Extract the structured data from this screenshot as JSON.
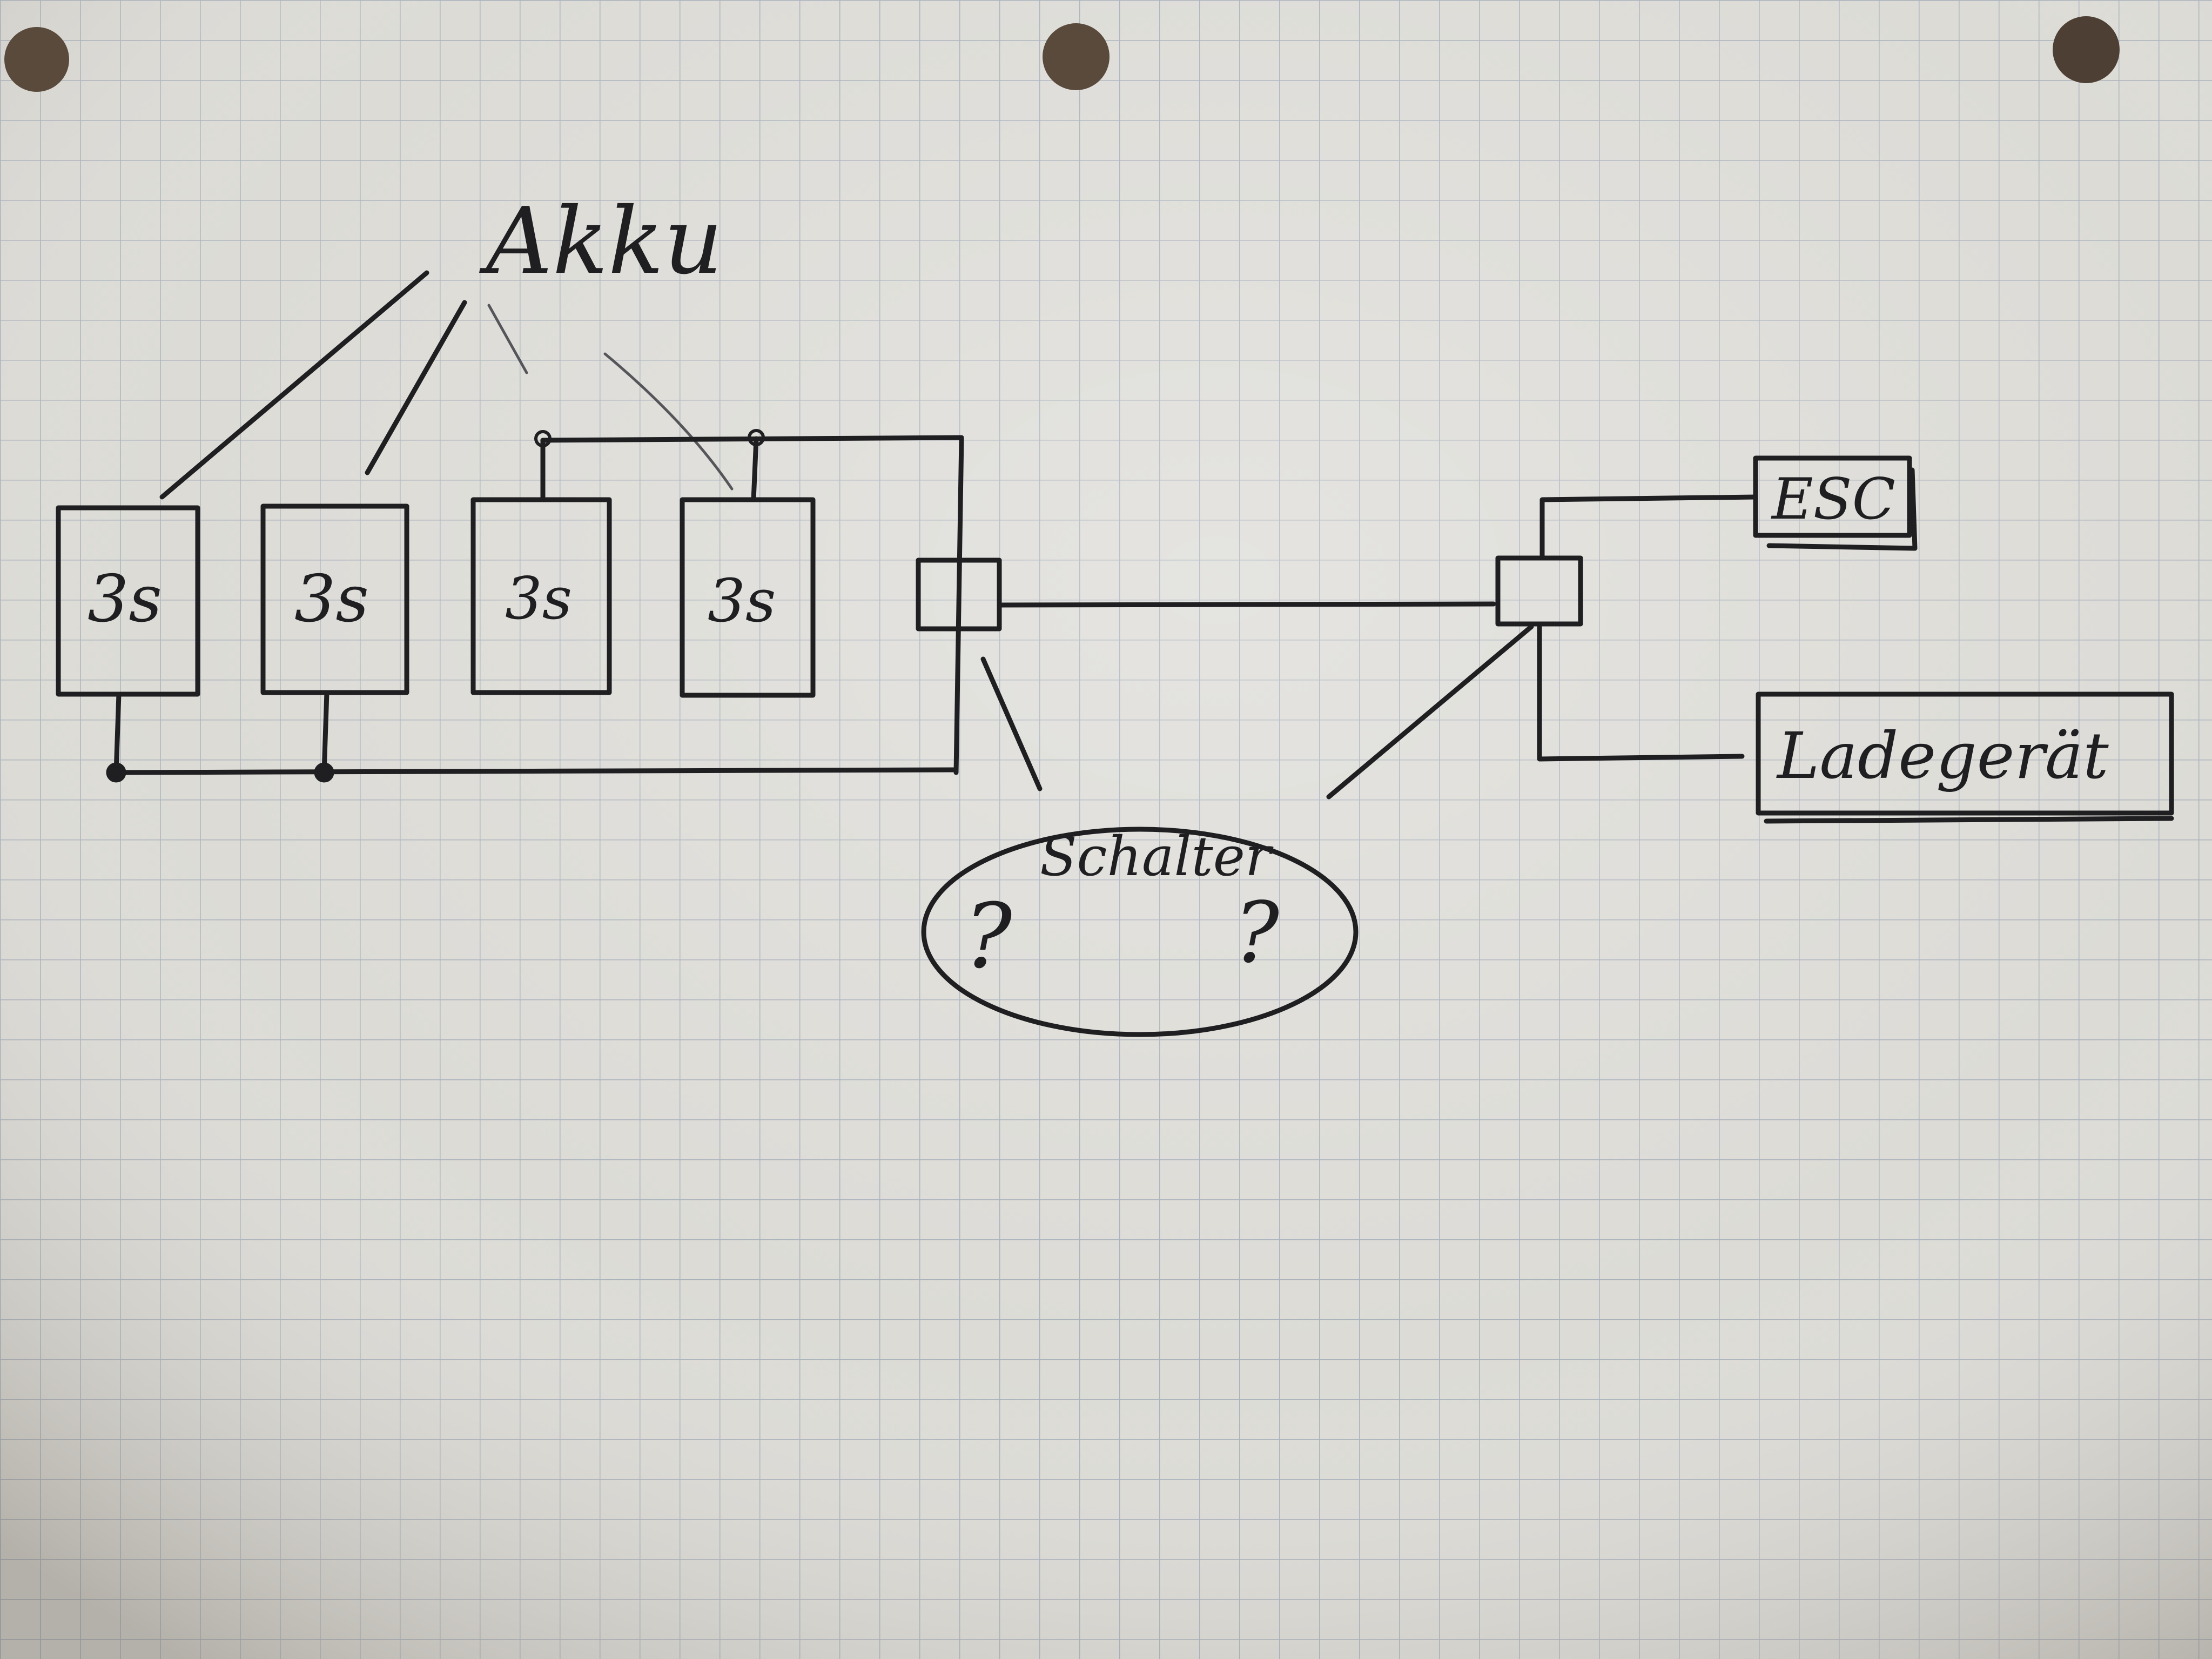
{
  "paper": {
    "background": "#dcdbd6",
    "grid_color": "#a9b1bb",
    "ink_color": "#1f1f22",
    "hole_color": "#5a4a3c"
  },
  "diagram": {
    "group_label": "Akku",
    "battery_cells": [
      {
        "label": "3s"
      },
      {
        "label": "3s"
      },
      {
        "label": "3s"
      },
      {
        "label": "3s"
      }
    ],
    "switch_label": "Schalter",
    "switch_marks": [
      "?",
      "?"
    ],
    "outputs": [
      {
        "label": "ESC"
      },
      {
        "label": "Ladegerät"
      }
    ]
  }
}
